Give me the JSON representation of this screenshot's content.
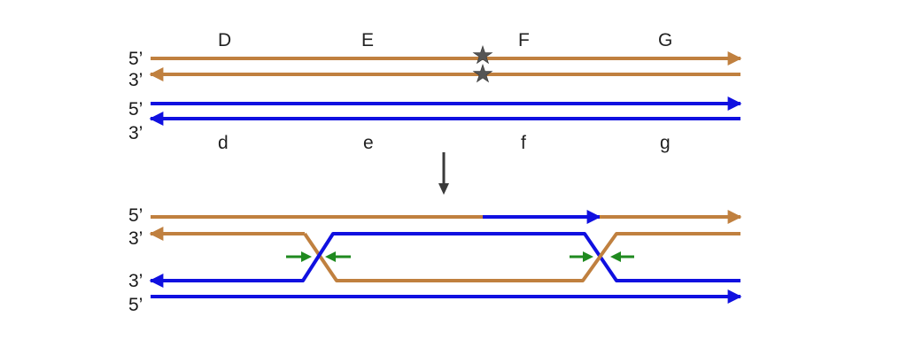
{
  "colors": {
    "brown": "#C0803F",
    "blue": "#1010E0",
    "green": "#1F8A1F",
    "star": "#555555",
    "process_arrow": "#3A3A3A"
  },
  "top": {
    "strand_ends": [
      "5’",
      "3’",
      "5’",
      "3’"
    ],
    "upper_labels": [
      "D",
      "E",
      "F",
      "G"
    ],
    "lower_labels": [
      "d",
      "e",
      "f",
      "g"
    ]
  },
  "bottom": {
    "strand_ends": [
      "5’",
      "3’",
      "3’",
      "5’"
    ]
  },
  "icons": {
    "damage_mark": "star-icon",
    "process": "down-arrow-icon",
    "branch_migration": "green-arrow-icon"
  }
}
